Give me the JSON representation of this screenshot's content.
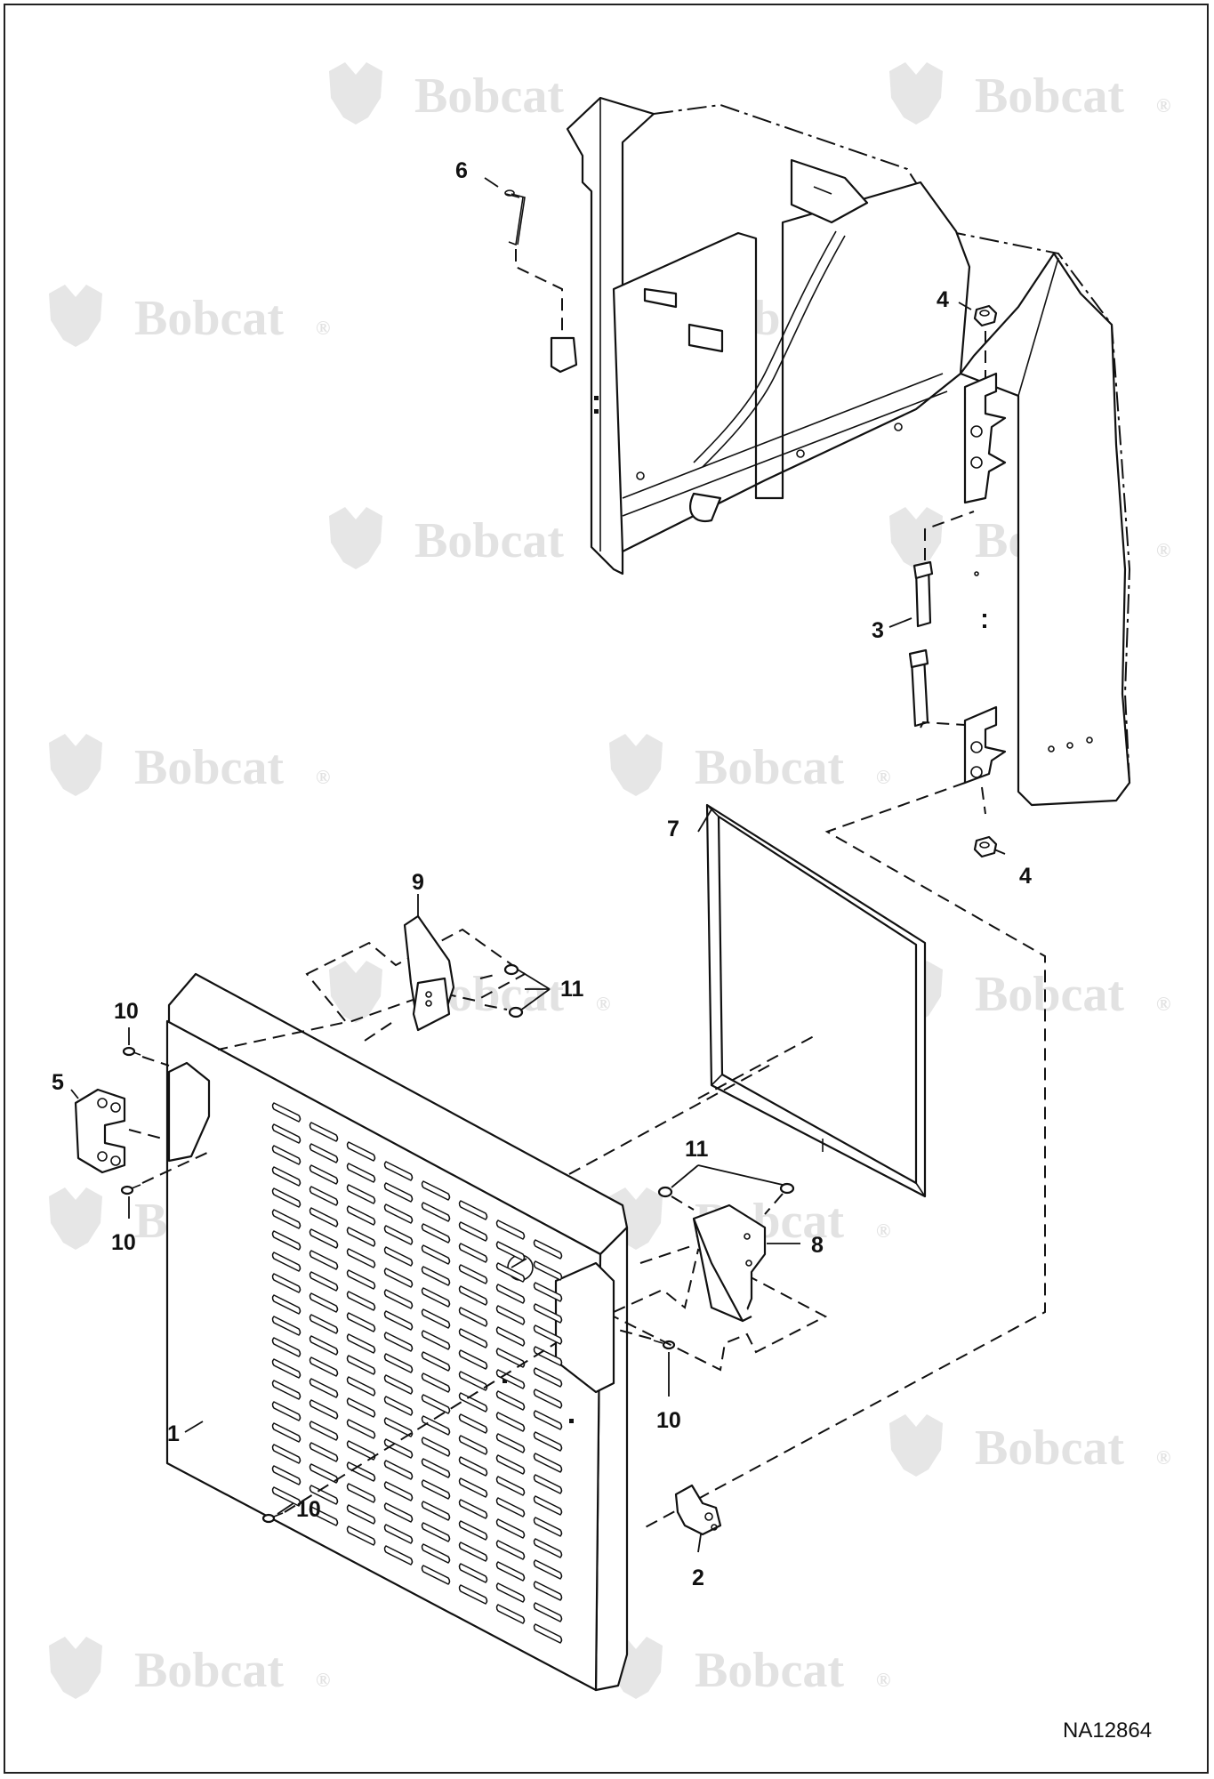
{
  "watermark": {
    "brand": "Bobcat",
    "registered_mark": "®"
  },
  "figure_id": "NA12864",
  "callouts": {
    "c1": "1",
    "c2": "2",
    "c3": "3",
    "c4a": "4",
    "c4b": "4",
    "c5": "5",
    "c6": "6",
    "c7": "7",
    "c8": "8",
    "c9": "9",
    "c10a": "10",
    "c10b": "10",
    "c10c": "10",
    "c10d": "10",
    "c11a": "11",
    "c11b": "11"
  },
  "icons": [
    "bobcat-logo-icon"
  ],
  "colors": {
    "line": "#111111",
    "watermark": "#e2e2e2",
    "background": "#ffffff"
  }
}
